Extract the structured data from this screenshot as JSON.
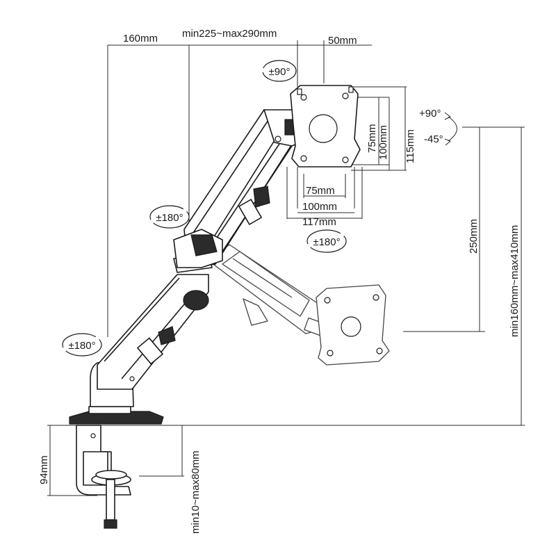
{
  "labels": {
    "arm_offset": "160mm",
    "arm_reach": "min225~max290mm",
    "head_offset": "50mm",
    "vesa_75": "75mm",
    "vesa_100": "100mm",
    "vesa_117": "117mm",
    "vesa_v75": "75mm",
    "vesa_v100": "100mm",
    "vesa_v115": "115mm",
    "travel": "250mm",
    "height_range": "min160mm~max410mm",
    "clamp_height": "94mm",
    "desk_thickness": "min10~max80mm"
  },
  "rotations": {
    "head_swivel": "±90°",
    "arm_swivel": "±180°",
    "vesa_rotation": "±180°",
    "base_swivel": "±180°",
    "tilt_up": "+90°",
    "tilt_down": "-45°"
  }
}
